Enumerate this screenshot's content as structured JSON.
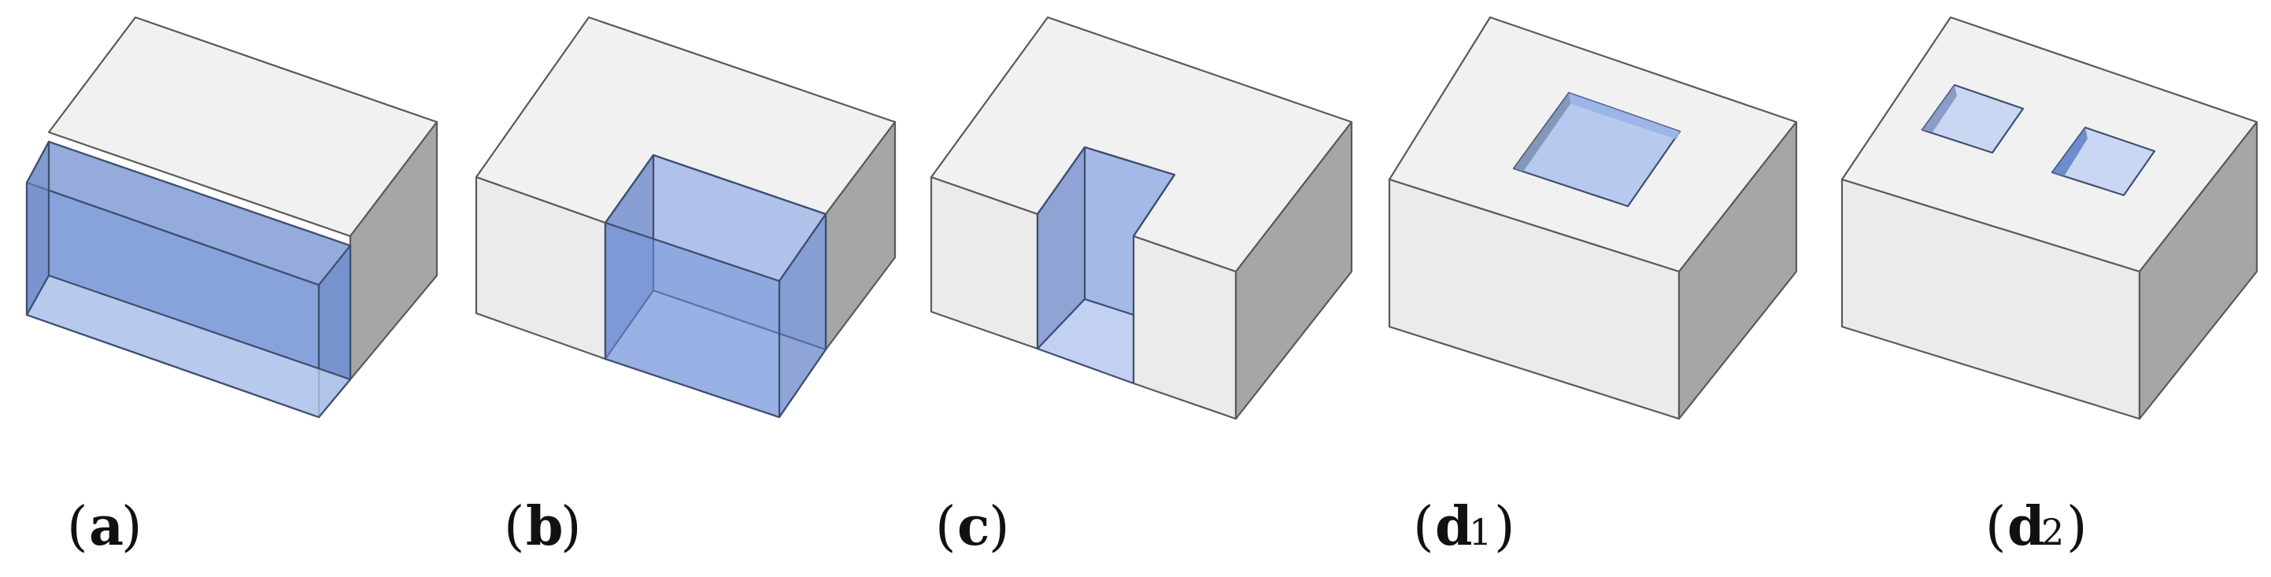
{
  "panels": [
    {
      "id": "a",
      "label": "a",
      "subscript": "",
      "description": "through-void along full length"
    },
    {
      "id": "b",
      "label": "b",
      "subscript": "",
      "description": "void open to front and top"
    },
    {
      "id": "c",
      "label": "c",
      "subscript": "",
      "description": "narrow slot void"
    },
    {
      "id": "d1",
      "label": "d",
      "subscript": "1",
      "description": "single courtyard opening"
    },
    {
      "id": "d2",
      "label": "d",
      "subscript": "2",
      "description": "two courtyard openings"
    }
  ],
  "colors": {
    "top_face": "#f1f1f1",
    "front_face": "#ebebeb",
    "side_face": "#a6a6a6",
    "edge": "#5a5a5a",
    "glass_light": "#b7c9ef",
    "glass_mid": "#8ea8e0",
    "glass_dark": "#5f7fc4"
  }
}
